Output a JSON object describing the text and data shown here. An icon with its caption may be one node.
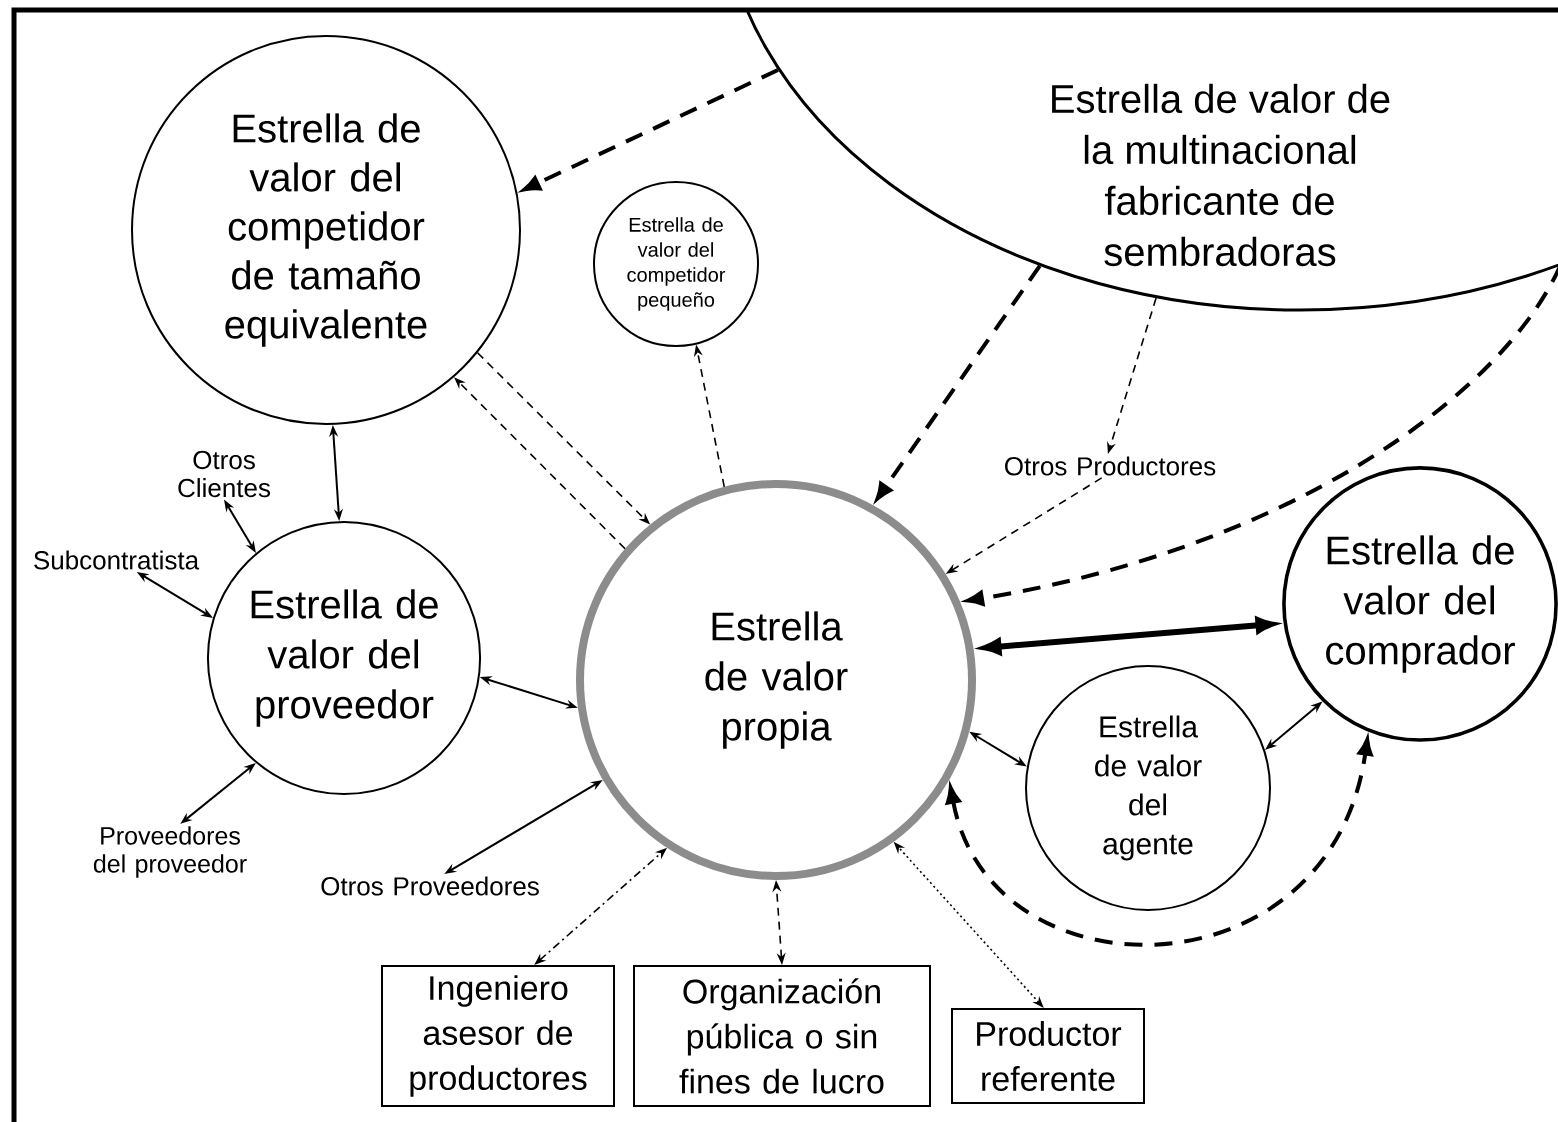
{
  "diagram": {
    "nodes": [
      {
        "text": [
          "Estrella de valor de la multinacional fabricante de sembradoras"
        ]
      },
      {
        "text": [
          "Estrella de valor del competidor de tamaño equivalente"
        ]
      },
      {
        "text": [
          "Estrella de valor del competidor pequeño"
        ]
      },
      {
        "text": [
          "Otros Clientes"
        ]
      },
      {
        "text": [
          "Otros Productores"
        ]
      },
      {
        "text": [
          "Subcontratista"
        ]
      },
      {
        "text": [
          "Estrella de valor del proveedor"
        ]
      },
      {
        "text": [
          "Estrella de valor propia"
        ]
      },
      {
        "text": [
          "Estrella de valor del comprador"
        ]
      },
      {
        "text": [
          "Estrella de valor del agente"
        ]
      },
      {
        "text": [
          "Proveedores del proveedor"
        ]
      },
      {
        "text": [
          "Otros Proveedores"
        ]
      },
      {
        "text": [
          "Ingeniero asesor de productores"
        ]
      },
      {
        "text": [
          "Organización pública o sin fines de lucro"
        ]
      },
      {
        "text": [
          "Productor referente"
        ]
      }
    ],
    "edges": [
      {
        "from": 0,
        "to": 1,
        "arrow": "to",
        "style": "dashed"
      },
      {
        "from": 0,
        "to": 7,
        "arrow": "to",
        "style": "dashed"
      },
      {
        "from": 0,
        "to": 4,
        "arrow": "to",
        "style": "dashed"
      },
      {
        "from": 4,
        "to": 7,
        "arrow": "to",
        "style": "dashed"
      },
      {
        "from": 0,
        "to": 7,
        "arrow": "to",
        "style": "dashed"
      },
      {
        "from": 1,
        "to": 7,
        "arrow": "to",
        "style": "dashed"
      },
      {
        "from": 7,
        "to": 1,
        "arrow": "to",
        "style": "dashed"
      },
      {
        "from": 7,
        "to": 2,
        "arrow": "to",
        "style": "dashed"
      },
      {
        "from": 1,
        "to": 6,
        "arrow": "both"
      },
      {
        "from": 3,
        "to": 6,
        "arrow": "both"
      },
      {
        "from": 5,
        "to": 6,
        "arrow": "both"
      },
      {
        "from": 10,
        "to": 6,
        "arrow": "both"
      },
      {
        "from": 6,
        "to": 7,
        "arrow": "both"
      },
      {
        "from": 11,
        "to": 7,
        "arrow": "both"
      },
      {
        "from": 7,
        "to": 8,
        "arrow": "both",
        "style": "thick"
      },
      {
        "from": 7,
        "to": 9,
        "arrow": "both"
      },
      {
        "from": 9,
        "to": 8,
        "arrow": "both"
      },
      {
        "from": 7,
        "to": 8,
        "arrow": "both",
        "style": "dashed"
      },
      {
        "from": 12,
        "to": 7,
        "arrow": "both",
        "style": "dashed"
      },
      {
        "from": 13,
        "to": 7,
        "arrow": "both",
        "style": "dashed"
      },
      {
        "from": 14,
        "to": 7,
        "arrow": "both",
        "style": "dashed"
      }
    ]
  }
}
